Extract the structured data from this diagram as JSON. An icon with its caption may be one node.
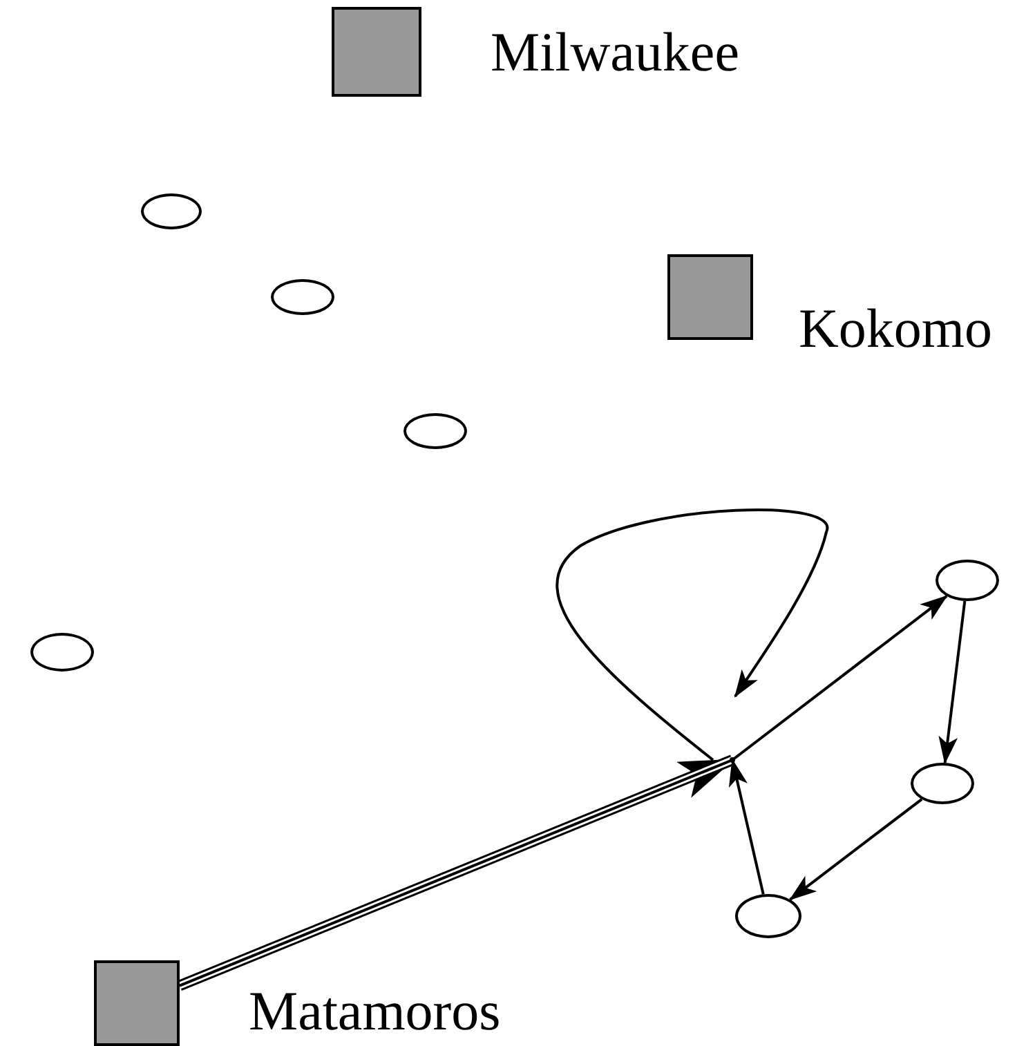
{
  "diagram": {
    "nodes": [
      {
        "text": [],
        "shape": "box",
        "beside": [
          "Milwaukee"
        ]
      },
      {
        "text": [],
        "shape": "ellipse"
      },
      {
        "text": [],
        "shape": "ellipse"
      },
      {
        "text": [],
        "shape": "box",
        "beside": [
          "Kokomo"
        ]
      },
      {
        "text": [],
        "shape": "ellipse"
      },
      {
        "text": [],
        "shape": "ellipse"
      },
      {
        "text": [],
        "shape": "ellipse"
      },
      {
        "text": [],
        "shape": "point"
      },
      {
        "text": [],
        "shape": "ellipse"
      },
      {
        "text": [],
        "shape": "ellipse"
      },
      {
        "text": [],
        "shape": "box",
        "beside": [
          "Matamoros"
        ]
      }
    ],
    "edges": [
      {
        "from": 10,
        "to": 7,
        "arrow": "to",
        "style": "thick"
      },
      {
        "from": 7,
        "to": 7,
        "arrow": "to"
      },
      {
        "from": 7,
        "to": 5,
        "arrow": "to"
      },
      {
        "from": 5,
        "to": 8,
        "arrow": "to"
      },
      {
        "from": 8,
        "to": 9,
        "arrow": "to"
      },
      {
        "from": 9,
        "to": 7,
        "arrow": "to"
      }
    ]
  }
}
